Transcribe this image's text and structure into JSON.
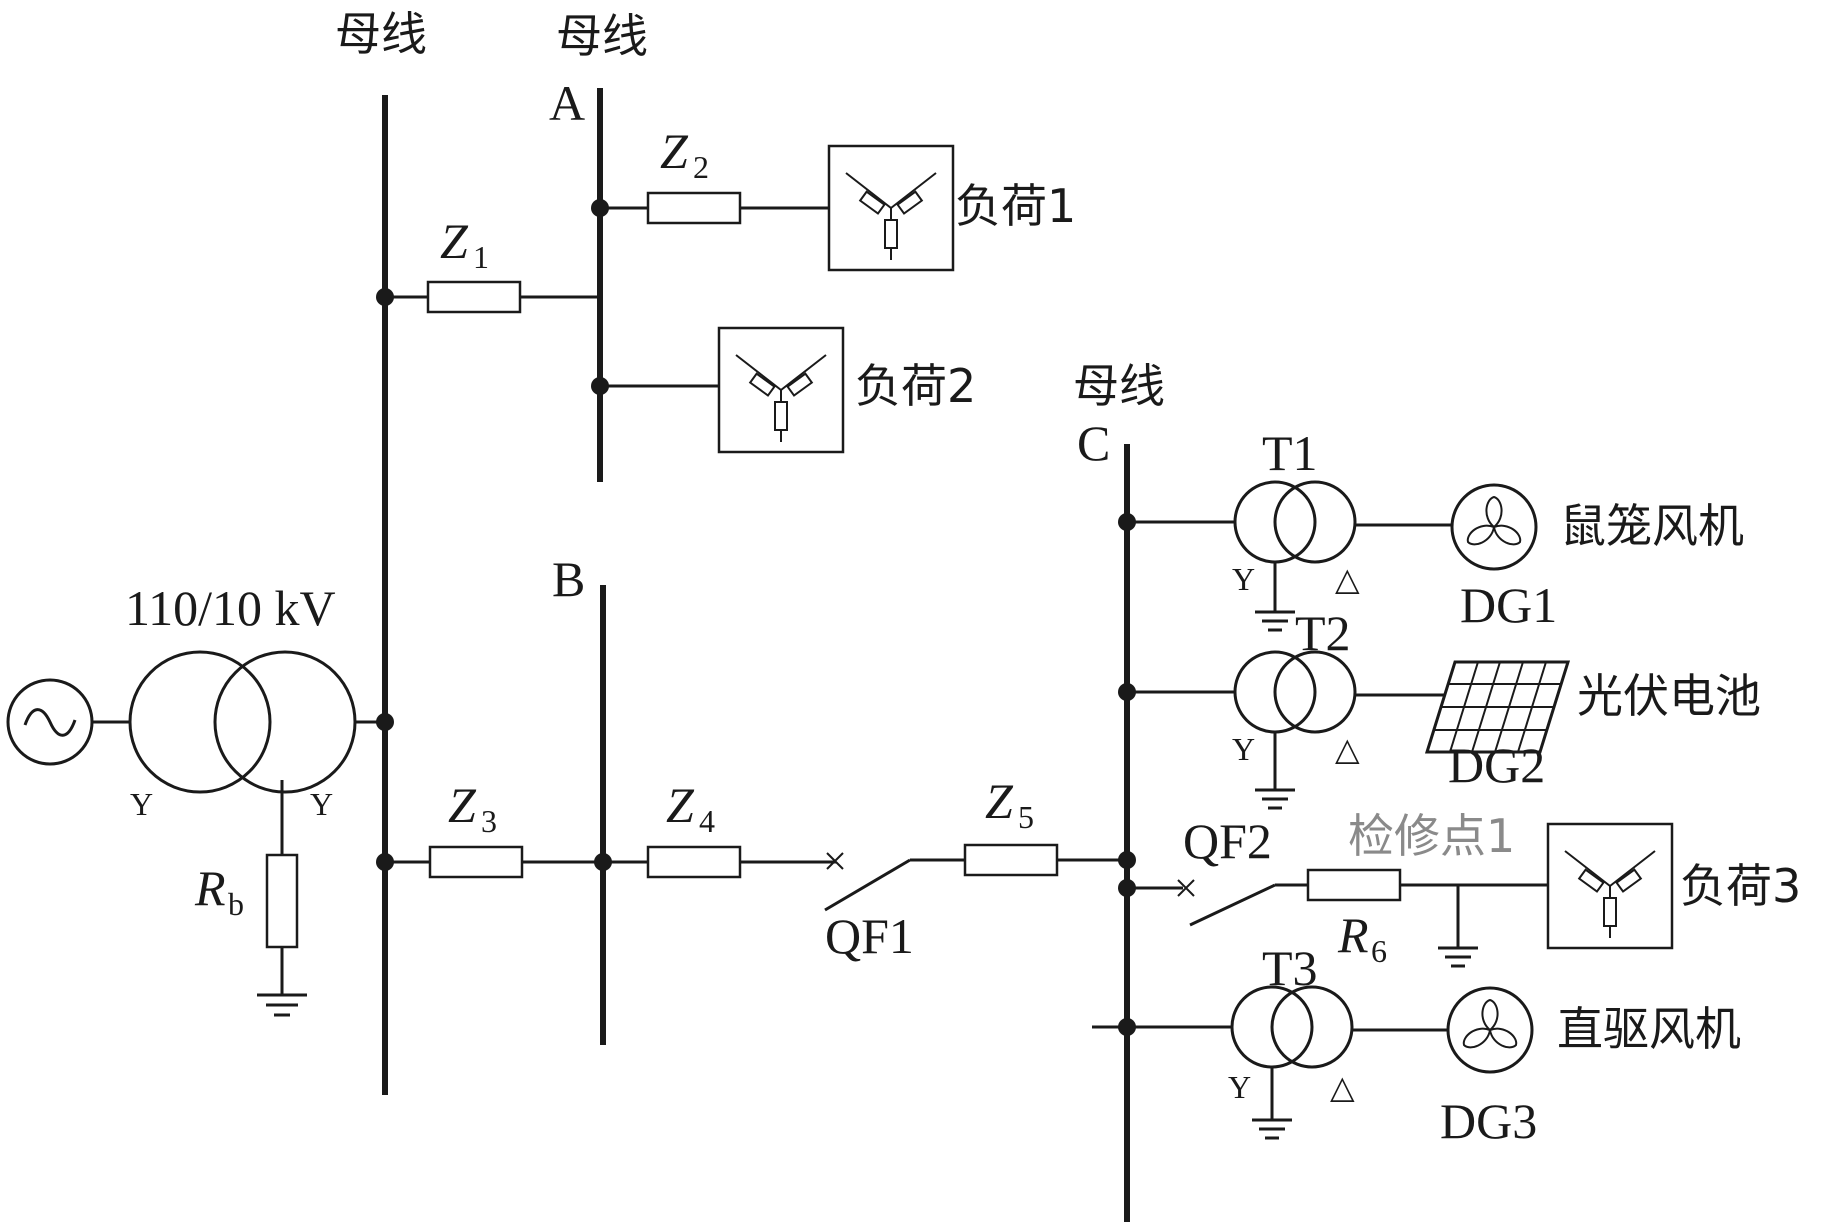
{
  "buses": {
    "main": "母线",
    "a_name": "母线",
    "a_letter": "A",
    "b_letter": "B",
    "c_name": "母线",
    "c_letter": "C"
  },
  "transformer_main": "110/10 kV",
  "impedances": {
    "z1": {
      "main": "Z",
      "sub": "1"
    },
    "z2": {
      "main": "Z",
      "sub": "2"
    },
    "z3": {
      "main": "Z",
      "sub": "3"
    },
    "z4": {
      "main": "Z",
      "sub": "4"
    },
    "z5": {
      "main": "Z",
      "sub": "5"
    },
    "rb": {
      "main": "R",
      "sub": "b"
    },
    "r6": {
      "main": "R",
      "sub": "6"
    }
  },
  "loads": {
    "load1": "负荷1",
    "load2": "负荷2",
    "load3": "负荷3"
  },
  "breakers": {
    "qf1": "QF1",
    "qf2": "QF2"
  },
  "maintenance_point": "检修点1",
  "transformers": {
    "t1": "T1",
    "t2": "T2",
    "t3": "T3"
  },
  "winding": {
    "wye": "Y",
    "delta": "△"
  },
  "generators": {
    "dg1": {
      "id": "DG1",
      "name": "鼠笼风机"
    },
    "dg2": {
      "id": "DG2",
      "name": "光伏电池"
    },
    "dg3": {
      "id": "DG3",
      "name": "直驱风机"
    }
  }
}
